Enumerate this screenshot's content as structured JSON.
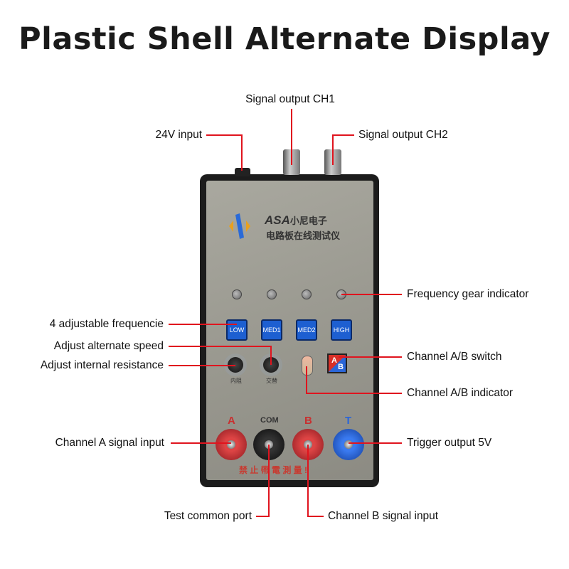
{
  "title": "Plastic Shell Alternate Display",
  "annotations": {
    "ch1": "Signal output CH1",
    "v24": "24V input",
    "ch2": "Signal output CH2",
    "freq_ind": "Frequency gear indicator",
    "freq4": "4 adjustable frequencie",
    "alt_speed": "Adjust alternate speed",
    "int_res": "Adjust internal resistance",
    "ab_switch": "Channel A/B switch",
    "ab_ind": "Channel A/B indicator",
    "chA": "Channel A signal input",
    "trig": "Trigger output 5V",
    "com": "Test common port",
    "chB": "Channel B signal input"
  },
  "device": {
    "brand": "ASA",
    "brand_cn": "小尼电子",
    "subtitle": "电路板在线测试仪",
    "buttons": [
      "LOW",
      "MED1",
      "MED2",
      "HIGH"
    ],
    "knob_labels": [
      "内阻",
      "交替"
    ],
    "switch": {
      "a": "A",
      "b": "B"
    },
    "jacks": [
      "A",
      "COM",
      "B",
      "T"
    ],
    "warning": "禁 止 帶 電 測 量 !"
  },
  "colors": {
    "line": "#e0141e",
    "button": "#1d5fd1",
    "red_jack": "#b0202a",
    "blue_jack": "#1e57c8"
  }
}
